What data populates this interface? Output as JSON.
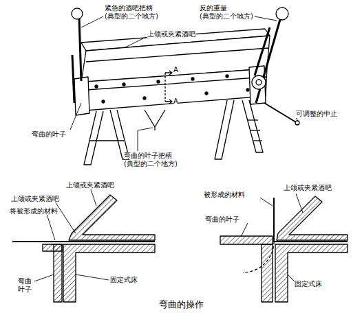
{
  "diagram": {
    "caption": "弯曲的操作",
    "labels": [
      "紧急的酒吧把柄 (典型的二个地方)",
      "反的重量 (典型的二个地方)",
      "上颌或夹紧酒吧",
      "A",
      "A",
      "可调整的中止",
      "弯曲的叶子",
      "弯曲的叶子把柄 (典型的二个地方)",
      "上颌或夹紧酒吧",
      "上颌或夹紧酒吧",
      "将被形成的材料",
      "弯曲 叶子",
      "固定式床",
      "被形成的材料",
      "上颌或夹紧酒吧",
      "弯曲的叶子",
      "固定式床"
    ]
  }
}
